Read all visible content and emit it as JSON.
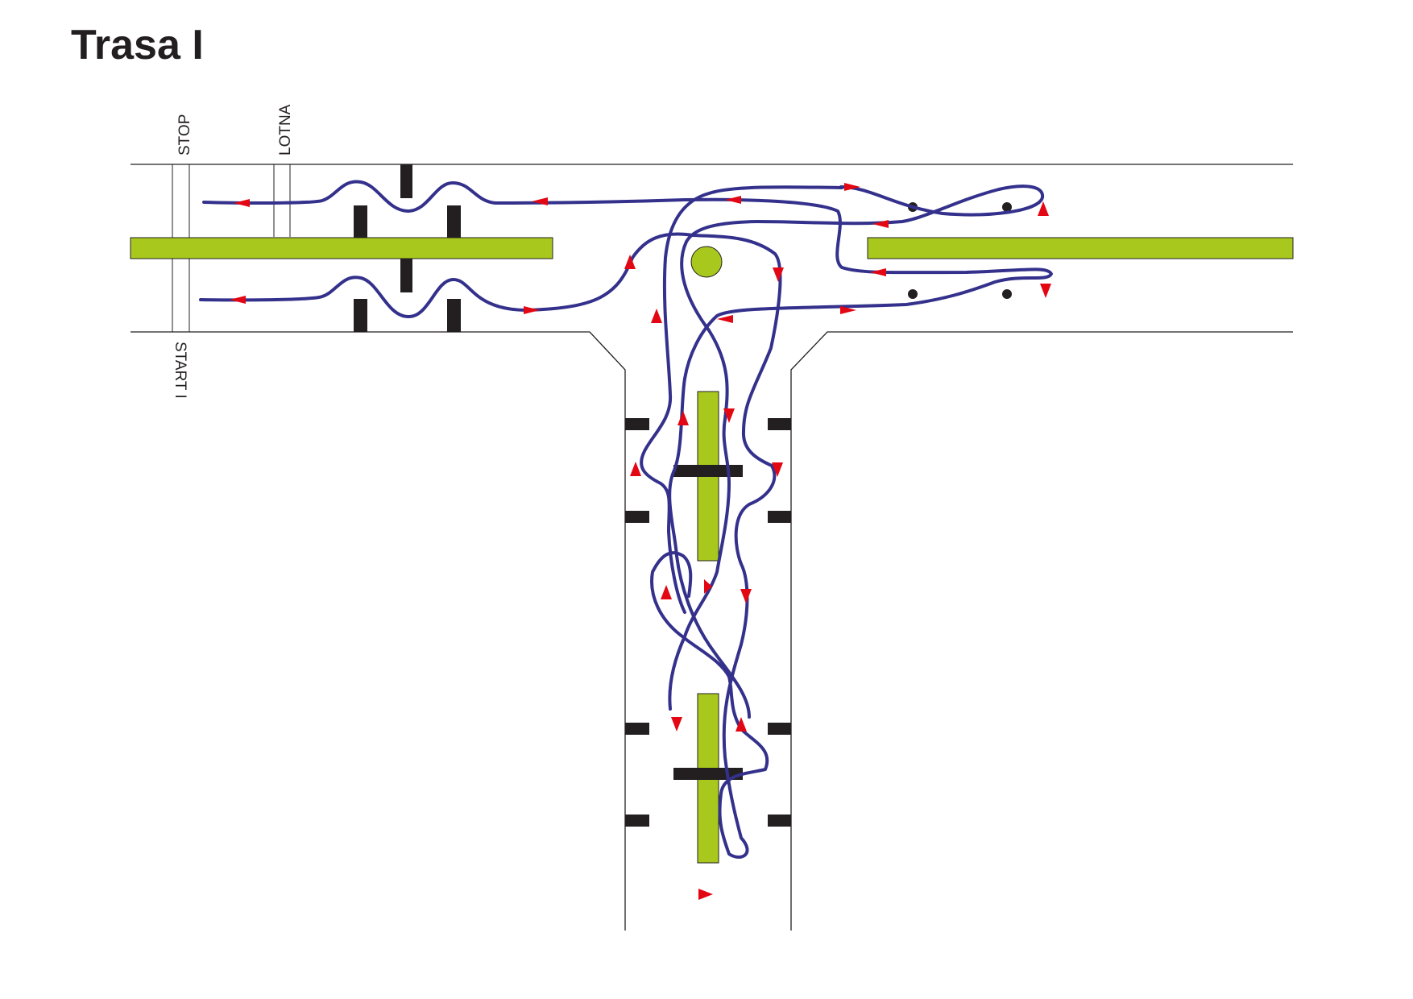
{
  "title": "Trasa I",
  "labels": {
    "stop": "STOP",
    "lotna": "LOTNA",
    "start": "START I"
  },
  "colors": {
    "median": "#a8c81e",
    "route": "#34318c",
    "arrow": "#e30613",
    "obstacle": "#231f20"
  }
}
